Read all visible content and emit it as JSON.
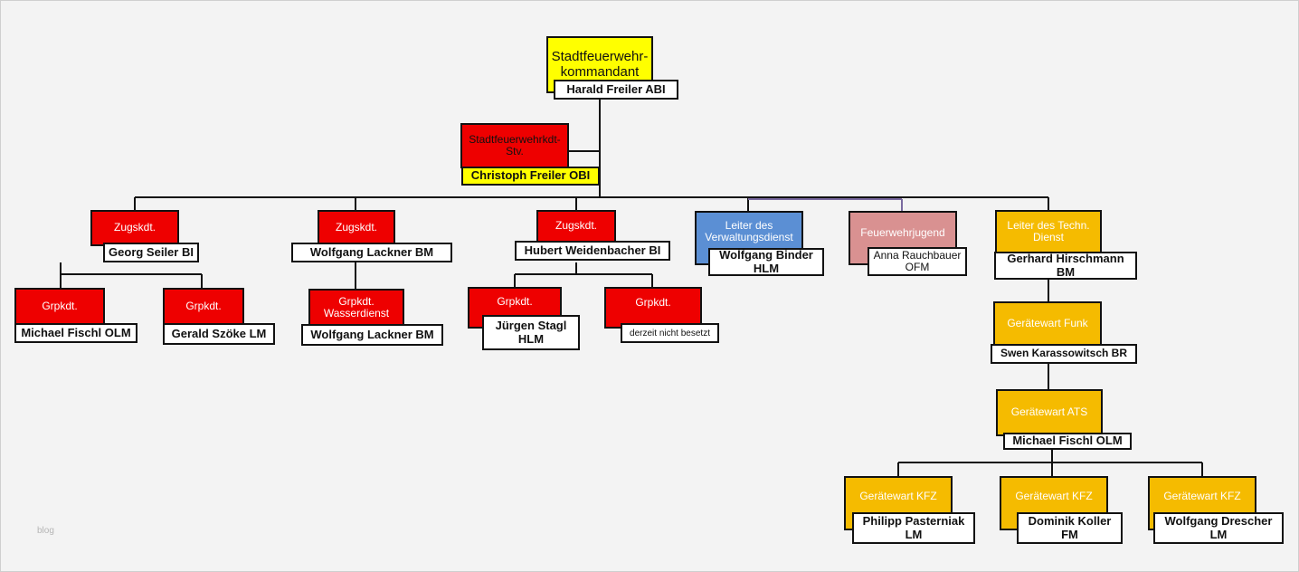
{
  "nodes": {
    "chief": {
      "role": "Stadtfeuerwehr-kommandant",
      "name": "Harald Freiler ABI"
    },
    "deputy": {
      "role": "Stadtfeuerwehrkdt-Stv.",
      "name": "Christoph Freiler OBI"
    },
    "zug1": {
      "role": "Zugskdt.",
      "name": "Georg Seiler BI"
    },
    "zug2": {
      "role": "Zugskdt.",
      "name": "Wolfgang Lackner BM"
    },
    "zug3": {
      "role": "Zugskdt.",
      "name": "Hubert Weidenbacher BI"
    },
    "admin": {
      "role": "Leiter des Verwaltungsdienst",
      "name": "Wolfgang Binder HLM"
    },
    "youth": {
      "role": "Feuerwehrjugend",
      "name": "Anna Rauchbauer OFM"
    },
    "tech": {
      "role": "Leiter des Techn. Dienst",
      "name": "Gerhard Hirschmann BM"
    },
    "grp1a": {
      "role": "Grpkdt.",
      "name": "Michael Fischl OLM"
    },
    "grp1b": {
      "role": "Grpkdt.",
      "name": "Gerald Szöke LM"
    },
    "grp2a": {
      "role": "Grpkdt. Wasserdienst",
      "name": "Wolfgang Lackner BM"
    },
    "grp3a": {
      "role": "Grpkdt.",
      "name": "Jürgen Stagl HLM"
    },
    "grp3b": {
      "role": "Grpkdt.",
      "name": "derzeit nicht besetzt"
    },
    "funk": {
      "role": "Gerätewart Funk",
      "name": "Swen Karassowitsch BR"
    },
    "ats": {
      "role": "Gerätewart ATS",
      "name": "Michael Fischl OLM"
    },
    "kfz1": {
      "role": "Gerätewart KFZ",
      "name": "Philipp Pasterniak LM"
    },
    "kfz2": {
      "role": "Gerätewart KFZ",
      "name": "Dominik Koller FM"
    },
    "kfz3": {
      "role": "Gerätewart KFZ",
      "name": "Wolfgang Drescher LM"
    }
  },
  "colors": {
    "red": "#ee0000",
    "yellow": "#ffff00",
    "gold": "#f5bb00",
    "blue": "#5b8fd4",
    "pink": "#d99191",
    "connector": "#111111",
    "connector_accent": "#7a6aa0"
  },
  "watermark": "blog"
}
